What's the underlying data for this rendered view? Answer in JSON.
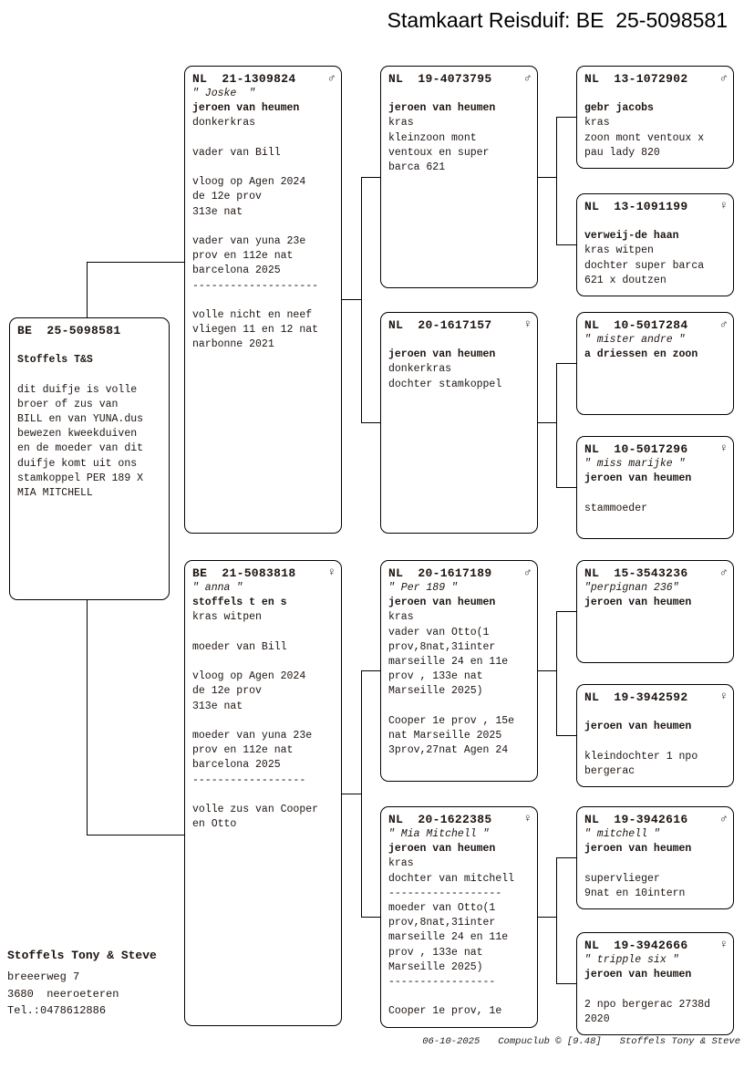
{
  "title": "Stamkaart Reisduif: BE  25-5098581",
  "icons": {
    "male": "♂",
    "female": "♀"
  },
  "boxes": [
    {
      "ring": "BE  25-5098581",
      "sex": "",
      "body": [
        {
          "t": "",
          "s": "r"
        },
        {
          "t": "Stoffels T&S",
          "s": "b"
        },
        {
          "t": "",
          "s": "r"
        },
        {
          "t": "dit duifje is volle",
          "s": "r"
        },
        {
          "t": "broer of zus van",
          "s": "r"
        },
        {
          "t": "BILL en van YUNA.dus",
          "s": "r"
        },
        {
          "t": "bewezen kweekduiven",
          "s": "r"
        },
        {
          "t": "en de moeder van dit",
          "s": "r"
        },
        {
          "t": "duifje komt uit ons",
          "s": "r"
        },
        {
          "t": "stamkoppel PER 189 X",
          "s": "r"
        },
        {
          "t": "MIA MITCHELL",
          "s": "r"
        }
      ]
    },
    {
      "ring": "NL  21-1309824",
      "sex": "male",
      "body": [
        {
          "t": "\" Joske  \"",
          "s": "i"
        },
        {
          "t": "jeroen van heumen",
          "s": "b"
        },
        {
          "t": "donkerkras",
          "s": "r"
        },
        {
          "t": "",
          "s": "r"
        },
        {
          "t": "vader van Bill",
          "s": "r"
        },
        {
          "t": "",
          "s": "r"
        },
        {
          "t": "vloog op Agen 2024",
          "s": "r"
        },
        {
          "t": "de 12e prov",
          "s": "r"
        },
        {
          "t": "313e nat",
          "s": "r"
        },
        {
          "t": "",
          "s": "r"
        },
        {
          "t": "vader van yuna 23e",
          "s": "r"
        },
        {
          "t": "prov en 112e nat",
          "s": "r"
        },
        {
          "t": "barcelona 2025",
          "s": "r"
        },
        {
          "t": "--------------------",
          "s": "r"
        },
        {
          "t": "",
          "s": "r"
        },
        {
          "t": "volle nicht en neef",
          "s": "r"
        },
        {
          "t": "vliegen 11 en 12 nat",
          "s": "r"
        },
        {
          "t": "narbonne 2021",
          "s": "r"
        }
      ]
    },
    {
      "ring": "BE  21-5083818",
      "sex": "female",
      "body": [
        {
          "t": "\" anna \"",
          "s": "i"
        },
        {
          "t": "stoffels t en s",
          "s": "b"
        },
        {
          "t": "kras witpen",
          "s": "r"
        },
        {
          "t": "",
          "s": "r"
        },
        {
          "t": "moeder van Bill",
          "s": "r"
        },
        {
          "t": "",
          "s": "r"
        },
        {
          "t": "vloog op Agen 2024",
          "s": "r"
        },
        {
          "t": "de 12e prov",
          "s": "r"
        },
        {
          "t": "313e nat",
          "s": "r"
        },
        {
          "t": "",
          "s": "r"
        },
        {
          "t": "moeder van yuna 23e",
          "s": "r"
        },
        {
          "t": "prov en 112e nat",
          "s": "r"
        },
        {
          "t": "barcelona 2025",
          "s": "r"
        },
        {
          "t": "------------------",
          "s": "r"
        },
        {
          "t": "",
          "s": "r"
        },
        {
          "t": "volle zus van Cooper",
          "s": "r"
        },
        {
          "t": "en Otto",
          "s": "r"
        }
      ]
    },
    {
      "ring": "NL  19-4073795",
      "sex": "male",
      "body": [
        {
          "t": "",
          "s": "r"
        },
        {
          "t": "jeroen van heumen",
          "s": "b"
        },
        {
          "t": "kras",
          "s": "r"
        },
        {
          "t": "kleinzoon mont",
          "s": "r"
        },
        {
          "t": "ventoux en super",
          "s": "r"
        },
        {
          "t": "barca 621",
          "s": "r"
        }
      ]
    },
    {
      "ring": "NL  20-1617157",
      "sex": "female",
      "body": [
        {
          "t": "",
          "s": "r"
        },
        {
          "t": "jeroen van heumen",
          "s": "b"
        },
        {
          "t": "donkerkras",
          "s": "r"
        },
        {
          "t": "dochter stamkoppel",
          "s": "r"
        }
      ]
    },
    {
      "ring": "NL  20-1617189",
      "sex": "male",
      "body": [
        {
          "t": "\" Per 189 \"",
          "s": "i"
        },
        {
          "t": "jeroen van heumen",
          "s": "b"
        },
        {
          "t": "kras",
          "s": "r"
        },
        {
          "t": "vader van Otto(1",
          "s": "r"
        },
        {
          "t": "prov,8nat,31inter",
          "s": "r"
        },
        {
          "t": "marseille 24 en 11e",
          "s": "r"
        },
        {
          "t": "prov , 133e nat",
          "s": "r"
        },
        {
          "t": "Marseille 2025)",
          "s": "r"
        },
        {
          "t": "",
          "s": "r"
        },
        {
          "t": "Cooper 1e prov , 15e",
          "s": "r"
        },
        {
          "t": "nat Marseille 2025",
          "s": "r"
        },
        {
          "t": "3prov,27nat Agen 24",
          "s": "r"
        }
      ]
    },
    {
      "ring": "NL  20-1622385",
      "sex": "female",
      "body": [
        {
          "t": "\" Mia Mitchell \"",
          "s": "i"
        },
        {
          "t": "jeroen van heumen",
          "s": "b"
        },
        {
          "t": "kras",
          "s": "r"
        },
        {
          "t": "dochter van mitchell",
          "s": "r"
        },
        {
          "t": "------------------",
          "s": "r"
        },
        {
          "t": "moeder van Otto(1",
          "s": "r"
        },
        {
          "t": "prov,8nat,31inter",
          "s": "r"
        },
        {
          "t": "marseille 24 en 11e",
          "s": "r"
        },
        {
          "t": "prov , 133e nat",
          "s": "r"
        },
        {
          "t": "Marseille 2025)",
          "s": "r"
        },
        {
          "t": "-----------------",
          "s": "r"
        },
        {
          "t": "",
          "s": "r"
        },
        {
          "t": "Cooper 1e prov, 1e",
          "s": "r"
        }
      ]
    },
    {
      "ring": "NL  13-1072902",
      "sex": "male",
      "body": [
        {
          "t": "",
          "s": "r"
        },
        {
          "t": "gebr jacobs",
          "s": "b"
        },
        {
          "t": "kras",
          "s": "r"
        },
        {
          "t": "zoon mont ventoux x",
          "s": "r"
        },
        {
          "t": "pau lady 820",
          "s": "r"
        }
      ]
    },
    {
      "ring": "NL  13-1091199",
      "sex": "female",
      "body": [
        {
          "t": "",
          "s": "r"
        },
        {
          "t": "verweij-de haan",
          "s": "b"
        },
        {
          "t": "kras witpen",
          "s": "r"
        },
        {
          "t": "dochter super barca",
          "s": "r"
        },
        {
          "t": "621 x doutzen",
          "s": "r"
        }
      ]
    },
    {
      "ring": "NL  10-5017284",
      "sex": "male",
      "body": [
        {
          "t": "\" mister andre \"",
          "s": "i"
        },
        {
          "t": "a driessen en zoon",
          "s": "b"
        }
      ]
    },
    {
      "ring": "NL  10-5017296",
      "sex": "female",
      "body": [
        {
          "t": "\" miss marijke \"",
          "s": "i"
        },
        {
          "t": "jeroen van heumen",
          "s": "b"
        },
        {
          "t": "",
          "s": "r"
        },
        {
          "t": "stammoeder",
          "s": "r"
        }
      ]
    },
    {
      "ring": "NL  15-3543236",
      "sex": "male",
      "body": [
        {
          "t": "\"perpignan 236\"",
          "s": "i"
        },
        {
          "t": "jeroen van heumen",
          "s": "b"
        }
      ]
    },
    {
      "ring": "NL  19-3942592",
      "sex": "female",
      "body": [
        {
          "t": "",
          "s": "r"
        },
        {
          "t": "jeroen van heumen",
          "s": "b"
        },
        {
          "t": "",
          "s": "r"
        },
        {
          "t": "kleindochter 1 npo",
          "s": "r"
        },
        {
          "t": "bergerac",
          "s": "r"
        }
      ]
    },
    {
      "ring": "NL  19-3942616",
      "sex": "male",
      "body": [
        {
          "t": "\" mitchell \"",
          "s": "i"
        },
        {
          "t": "jeroen van heumen",
          "s": "b"
        },
        {
          "t": "",
          "s": "r"
        },
        {
          "t": "supervlieger",
          "s": "r"
        },
        {
          "t": "9nat en 10intern",
          "s": "r"
        }
      ]
    },
    {
      "ring": "NL  19-3942666",
      "sex": "female",
      "body": [
        {
          "t": "\" tripple six \"",
          "s": "i"
        },
        {
          "t": "jeroen van heumen",
          "s": "b"
        },
        {
          "t": "",
          "s": "r"
        },
        {
          "t": "2 npo bergerac 2738d",
          "s": "r"
        },
        {
          "t": "2020",
          "s": "r"
        }
      ]
    }
  ],
  "owner_block": {
    "name": "Stoffels Tony & Steve",
    "address_lines": [
      "breeerweg 7",
      "3680  neeroeteren",
      "Tel.:0478612886"
    ]
  },
  "footer": {
    "date": "06-10-2025",
    "program": "Compuclub © [9.48]",
    "owner": "Stoffels Tony & Steve"
  }
}
